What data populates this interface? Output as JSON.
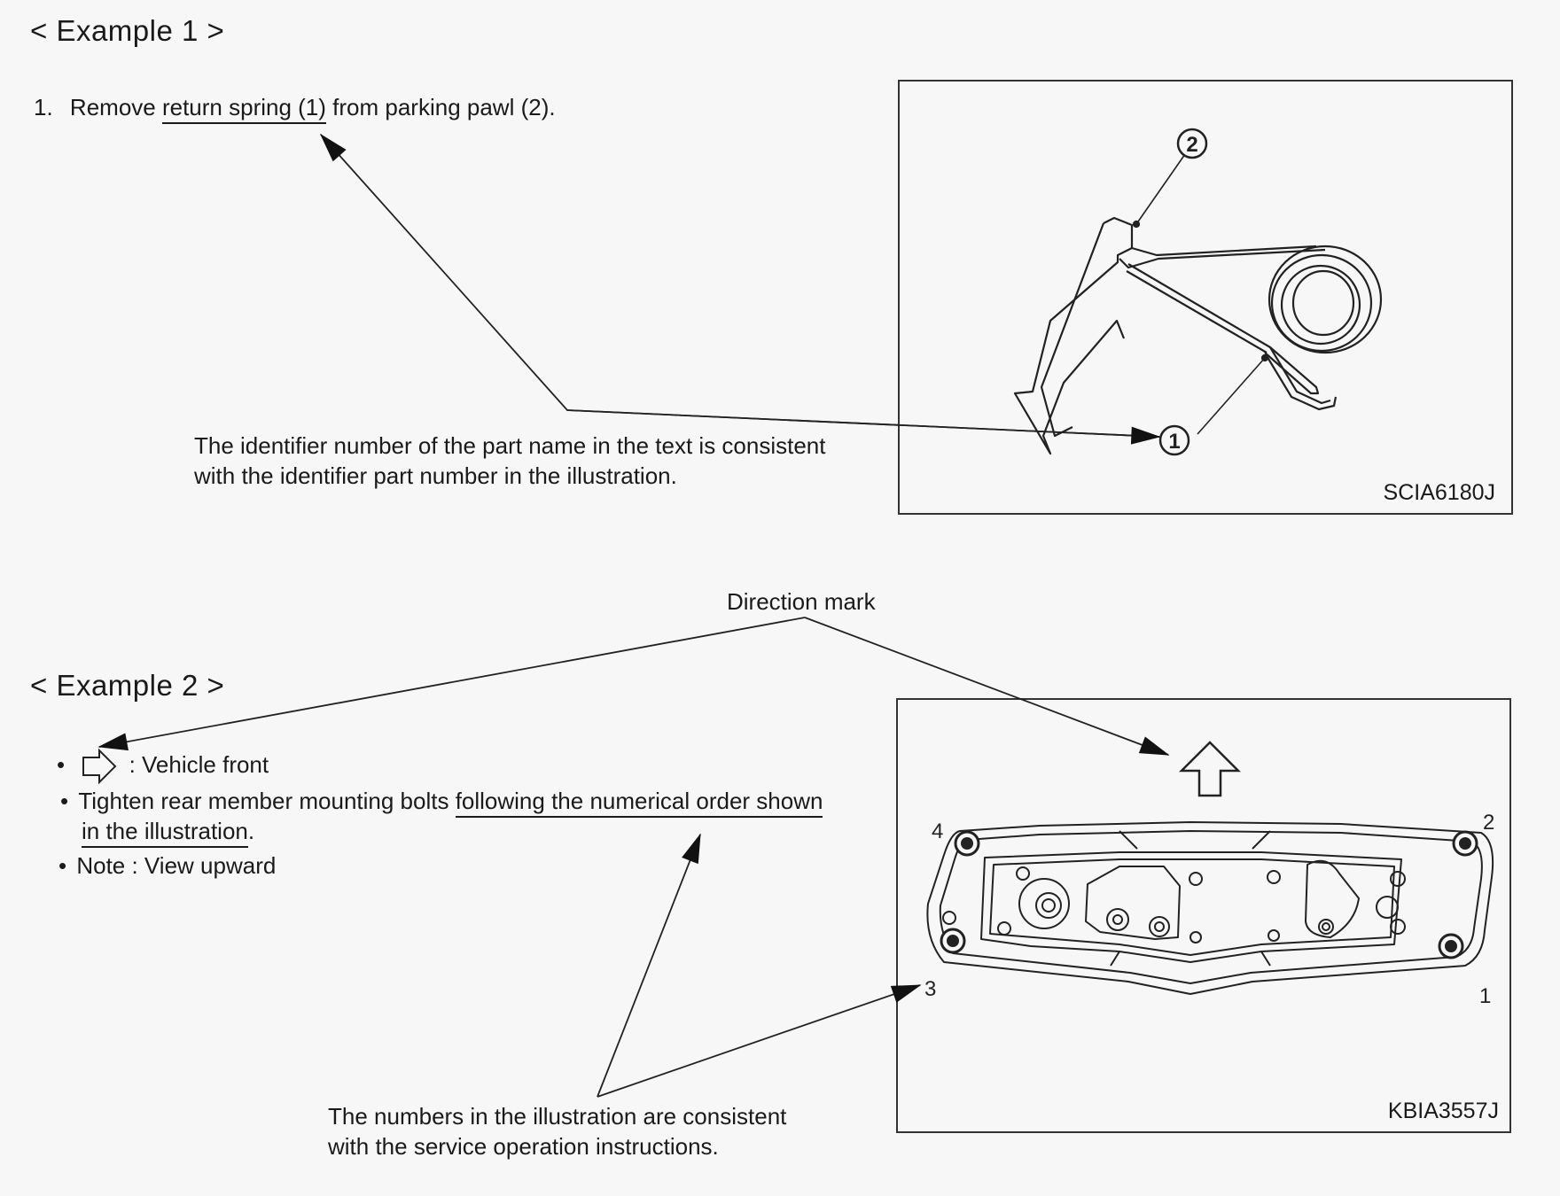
{
  "example1": {
    "heading": "<  Example 1  >",
    "step_number": "1.",
    "step_text_before": "Remove ",
    "step_text_underlined": "return spring (1)",
    "step_text_after": " from parking pawl (2).",
    "callout_line1": "The identifier number of the part name in the text is consistent",
    "callout_line2": "with the identifier part number in the illustration.",
    "figure_code": "SCIA6180J",
    "label_1": "1",
    "label_2": "2"
  },
  "example2": {
    "heading": "<  Example 2  >",
    "direction_mark_label": "Direction mark",
    "bullet": "•",
    "bullet1_text": ":  Vehicle front",
    "bullet2_text_before": "Tighten rear member mounting bolts ",
    "bullet2_text_underlined": "following the numerical order shown",
    "bullet2_line2_underlined": "in the illustration",
    "bullet2_line2_after": ".",
    "bullet3_text": "Note  :  View upward",
    "callout_line1": "The numbers in the illustration are consistent",
    "callout_line2": "with the service operation instructions.",
    "figure_code": "KBIA3557J",
    "bolt_labels": [
      "1",
      "2",
      "3",
      "4"
    ]
  }
}
